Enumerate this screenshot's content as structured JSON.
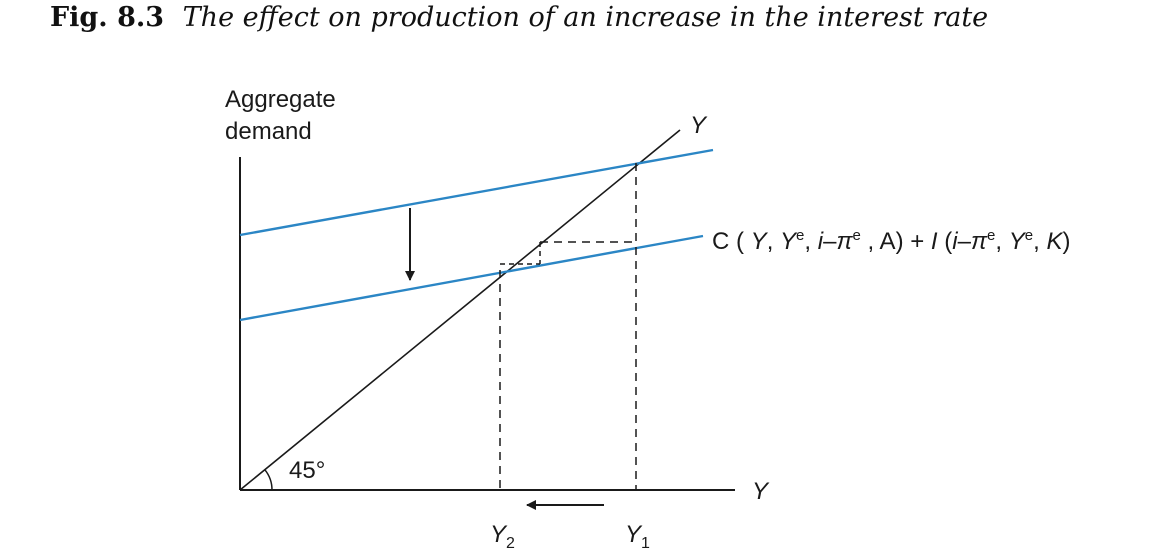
{
  "figure": {
    "number": "Fig. 8.3",
    "title": "The effect on production of an increase in the interest rate"
  },
  "y_axis": {
    "label_line1": "Aggregate",
    "label_line2": "demand"
  },
  "x_axis": {
    "label": "Y"
  },
  "diagonal": {
    "label": "Y",
    "angle_label": "45°"
  },
  "curve_label": {
    "c": "C",
    "y": "Y",
    "ye": "Y",
    "e": "e",
    "i": "i",
    "pi": "π",
    "a": "A",
    "plus": "+",
    "inv": "I",
    "k": "K"
  },
  "x_ticks": {
    "y2": "Y",
    "y2_sub": "2",
    "y1": "Y",
    "y1_sub": "1"
  },
  "colors": {
    "demand_line": "#2b86c5",
    "axes": "#1a1a1a"
  }
}
